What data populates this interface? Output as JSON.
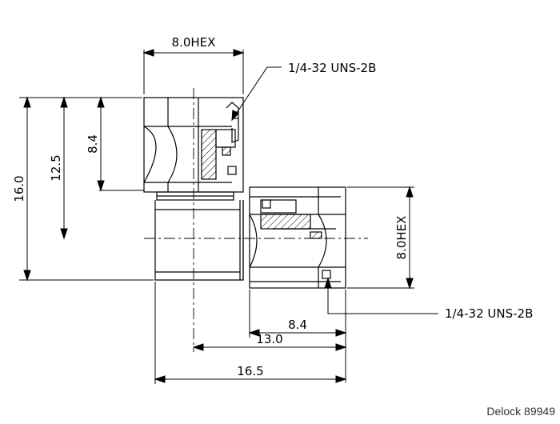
{
  "drawing": {
    "dimensions": {
      "top_hex": "8.0HEX",
      "top_thread": "1/4-32 UNS-2B",
      "right_thread": "1/4-32 UNS-2B",
      "right_hex": "8.0HEX",
      "height_16": "16.0",
      "height_12_5": "12.5",
      "height_8_4": "8.4",
      "width_8_4": "8.4",
      "width_13": "13.0",
      "width_16_5": "16.5"
    }
  },
  "credit": "Delock 89949"
}
